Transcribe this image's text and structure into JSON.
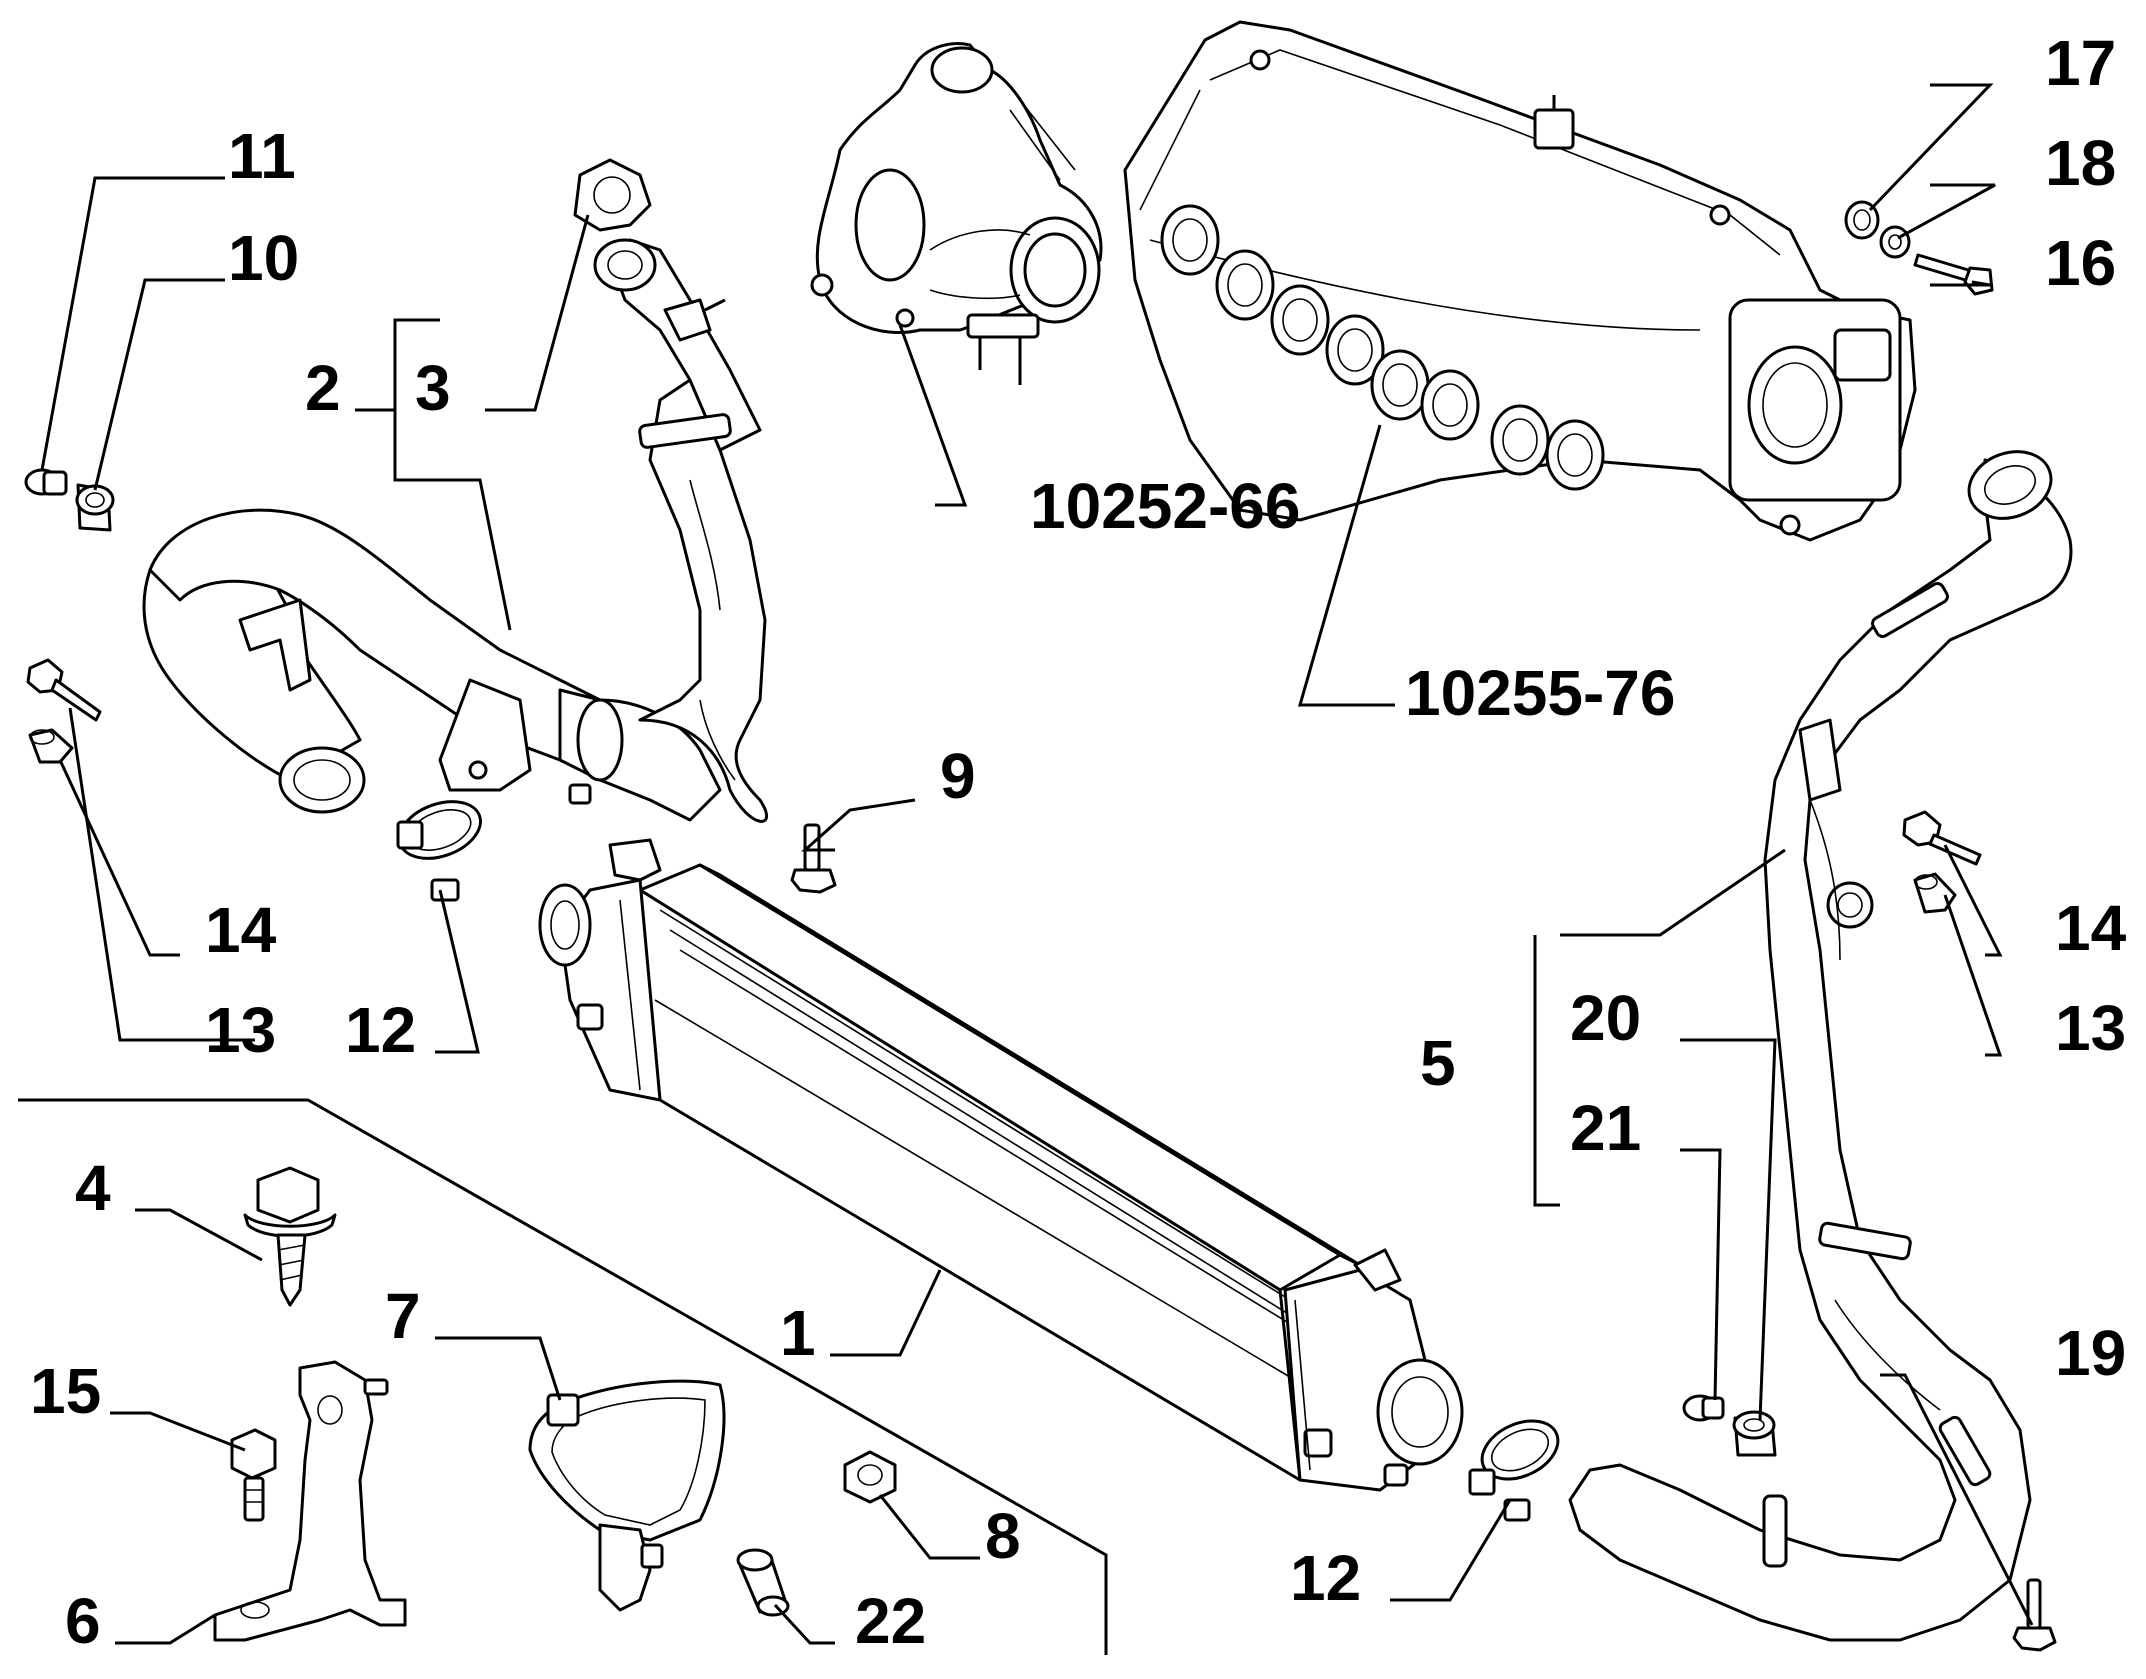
{
  "labels": {
    "l1": "1",
    "l2": "2",
    "l3": "3",
    "l4": "4",
    "l5": "5",
    "l6": "6",
    "l7": "7",
    "l8": "8",
    "l9": "9",
    "l10": "10",
    "l11": "11",
    "l12a": "12",
    "l12b": "12",
    "l13a": "13",
    "l13b": "13",
    "l14a": "14",
    "l14b": "14",
    "l15": "15",
    "l16": "16",
    "l17": "17",
    "l18": "18",
    "l19": "19",
    "l20": "20",
    "l21": "21",
    "l22": "22",
    "turbo": "10252-66",
    "manifold": "10255-76"
  }
}
